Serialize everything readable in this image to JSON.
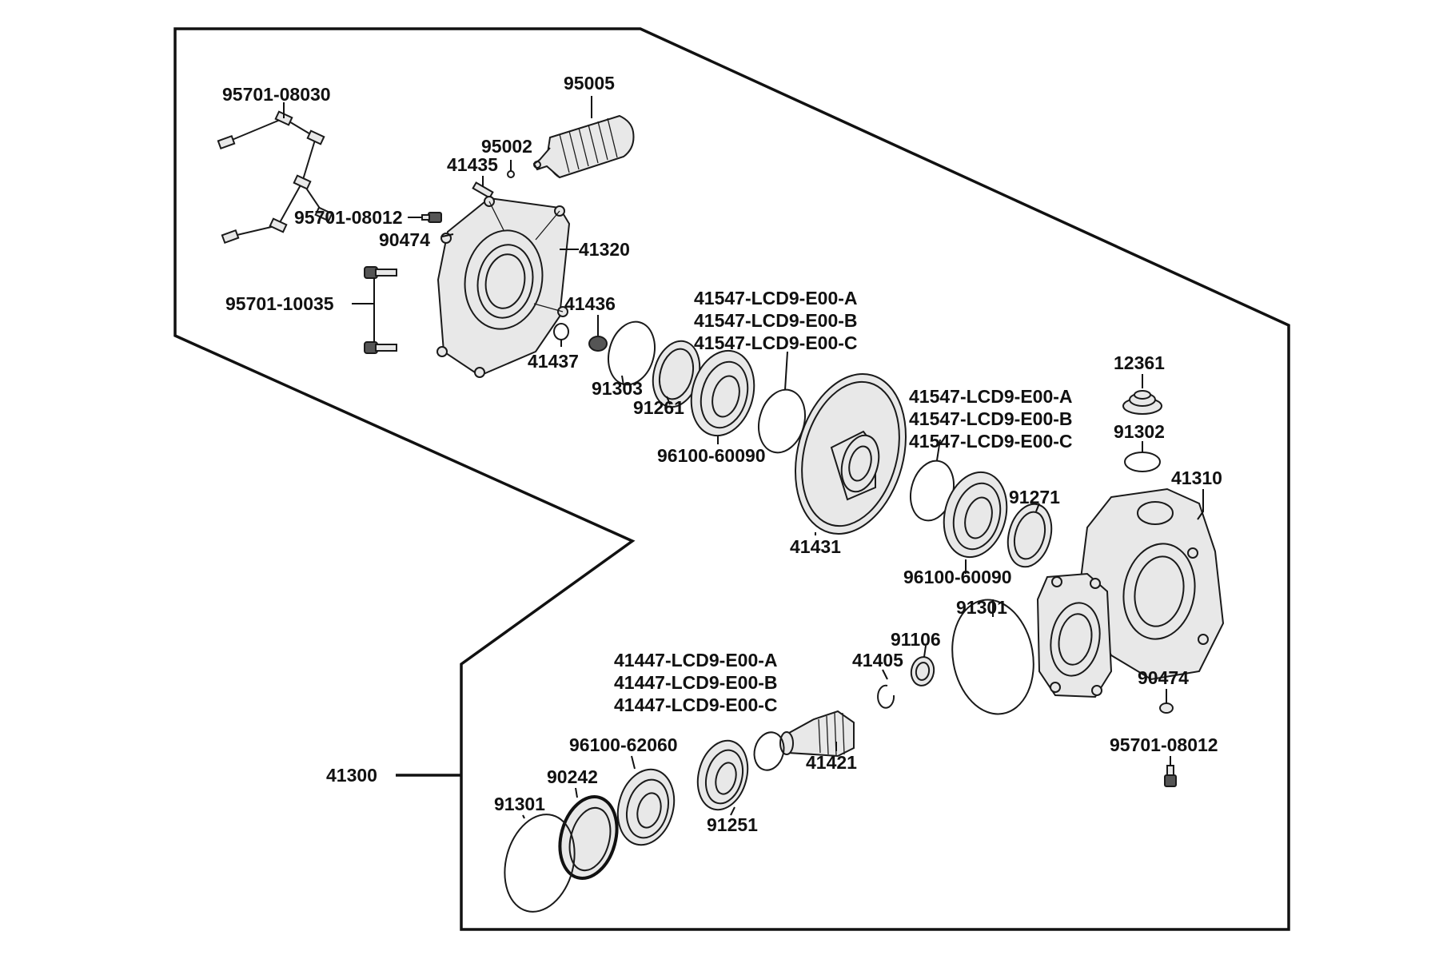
{
  "assembly_label": "41300",
  "parts": {
    "p95701_08030": "95701-08030",
    "p95005": "95005",
    "p95002": "95002",
    "p41435": "41435",
    "p95701_08012_a": "95701-08012",
    "p90474_a": "90474",
    "p41320": "41320",
    "p95701_10035": "95701-10035",
    "p41436": "41436",
    "p41437": "41437",
    "p91303": "91303",
    "p91261": "91261",
    "p41547_a_1": "41547-LCD9-E00-A",
    "p41547_b_1": "41547-LCD9-E00-B",
    "p41547_c_1": "41547-LCD9-E00-C",
    "p96100_60090_a": "96100-60090",
    "p12361": "12361",
    "p41547_a_2": "41547-LCD9-E00-A",
    "p41547_b_2": "41547-LCD9-E00-B",
    "p41547_c_2": "41547-LCD9-E00-C",
    "p91302": "91302",
    "p41310": "41310",
    "p91271": "91271",
    "p41431": "41431",
    "p96100_60090_b": "96100-60090",
    "p91301_a": "91301",
    "p91106": "91106",
    "p41405": "41405",
    "p41447_a": "41447-LCD9-E00-A",
    "p41447_b": "41447-LCD9-E00-B",
    "p41447_c": "41447-LCD9-E00-C",
    "p90474_b": "90474",
    "p96100_62060": "96100-62060",
    "p41421": "41421",
    "p95701_08012_b": "95701-08012",
    "p90242": "90242",
    "p91301_b": "91301",
    "p91251": "91251"
  }
}
